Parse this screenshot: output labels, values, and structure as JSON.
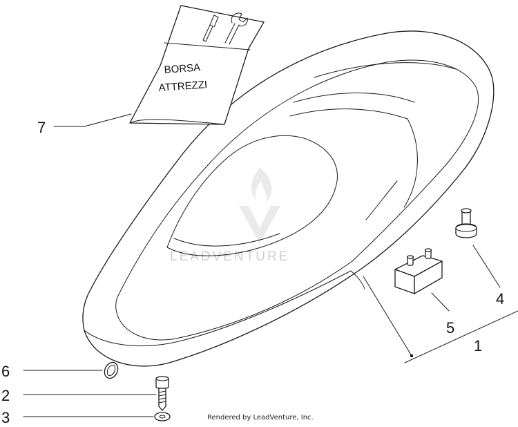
{
  "diagram": {
    "tool_bag": {
      "label_line1": "BORSA",
      "label_line2": "ATTREZZI",
      "icon": "tool-bag-icon"
    },
    "callouts": [
      {
        "id": "callout-1",
        "number": "1"
      },
      {
        "id": "callout-2",
        "number": "2"
      },
      {
        "id": "callout-3",
        "number": "3"
      },
      {
        "id": "callout-4",
        "number": "4"
      },
      {
        "id": "callout-5",
        "number": "5"
      },
      {
        "id": "callout-6",
        "number": "6"
      },
      {
        "id": "callout-7",
        "number": "7"
      }
    ],
    "watermark": {
      "text": "LEADVENTURE",
      "icon": "leadventure-logo-icon"
    },
    "credit": "Rendered by LeadVenture, Inc."
  }
}
